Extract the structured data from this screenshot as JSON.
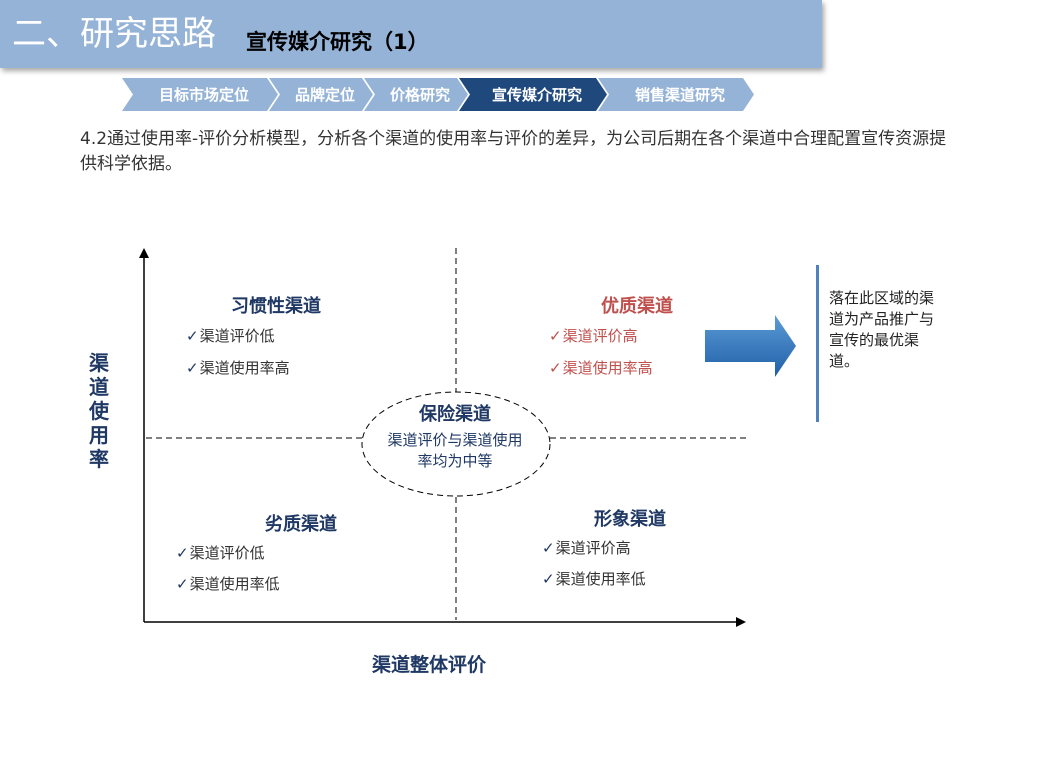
{
  "header": {
    "section_title": "二、研究思路",
    "slide_title": "宣传媒介研究（1）"
  },
  "nav_steps": [
    {
      "label": "目标市场定位",
      "active": false
    },
    {
      "label": "品牌定位",
      "active": false
    },
    {
      "label": "价格研究",
      "active": false
    },
    {
      "label": "宣传媒介研究",
      "active": true
    },
    {
      "label": "销售渠道研究",
      "active": false
    }
  ],
  "description": "4.2通过使用率-评价分析模型，分析各个渠道的使用率与评价的差异，为公司后期在各个渠道中合理配置宣传资源提供科学依据。",
  "diagram": {
    "y_axis_label": "渠道使用率",
    "x_axis_label": "渠道整体评价",
    "quadrants": {
      "top_left": {
        "title": "习惯性渠道",
        "items": [
          "渠道评价低",
          "渠道使用率高"
        ]
      },
      "top_right": {
        "title": "优质渠道",
        "items": [
          "渠道评价高",
          "渠道使用率高"
        ]
      },
      "bottom_left": {
        "title": "劣质渠道",
        "items": [
          "渠道评价低",
          "渠道使用率低"
        ]
      },
      "bottom_right": {
        "title": "形象渠道",
        "items": [
          "渠道评价高",
          "渠道使用率低"
        ]
      }
    },
    "center": {
      "title": "保险渠道",
      "desc": "渠道评价与渠道使用率均为中等"
    },
    "callout": "落在此区域的渠道为产品推广与宣传的最优渠道。"
  },
  "colors": {
    "banner": "#95b3d7",
    "nav_active": "#1f497d",
    "title_blue": "#1f3864",
    "highlight_red": "#c0504d",
    "arrow_blue": "#2e75c6"
  }
}
